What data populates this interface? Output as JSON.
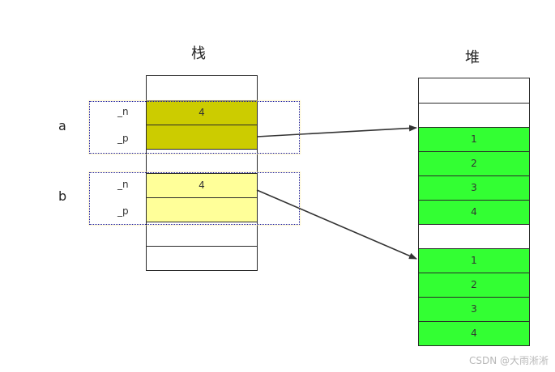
{
  "stack": {
    "title": "栈",
    "cells": [
      {
        "value": "",
        "fill": "#ffffff"
      },
      {
        "value": "4",
        "fill": "#cccc00"
      },
      {
        "value": "",
        "fill": "#cccc00"
      },
      {
        "value": "",
        "fill": "#ffffff"
      },
      {
        "value": "4",
        "fill": "#ffff99"
      },
      {
        "value": "",
        "fill": "#ffff99"
      },
      {
        "value": "",
        "fill": "#ffffff"
      },
      {
        "value": "",
        "fill": "#ffffff"
      }
    ]
  },
  "heap": {
    "title": "堆",
    "cells": [
      {
        "value": "",
        "fill": "#ffffff"
      },
      {
        "value": "",
        "fill": "#ffffff"
      },
      {
        "value": "1",
        "fill": "#33ff33"
      },
      {
        "value": "2",
        "fill": "#33ff33"
      },
      {
        "value": "3",
        "fill": "#33ff33"
      },
      {
        "value": "4",
        "fill": "#33ff33"
      },
      {
        "value": "",
        "fill": "#ffffff"
      },
      {
        "value": "1",
        "fill": "#33ff33"
      },
      {
        "value": "2",
        "fill": "#33ff33"
      },
      {
        "value": "3",
        "fill": "#33ff33"
      },
      {
        "value": "4",
        "fill": "#33ff33"
      }
    ]
  },
  "objects": [
    {
      "label": "a",
      "fields": [
        "_n",
        "_p"
      ]
    },
    {
      "label": "b",
      "fields": [
        "_n",
        "_p"
      ]
    }
  ],
  "colors": {
    "group_border": "#1a1a99",
    "arrow": "#333333"
  },
  "watermark": "CSDN @大雨淅淅"
}
